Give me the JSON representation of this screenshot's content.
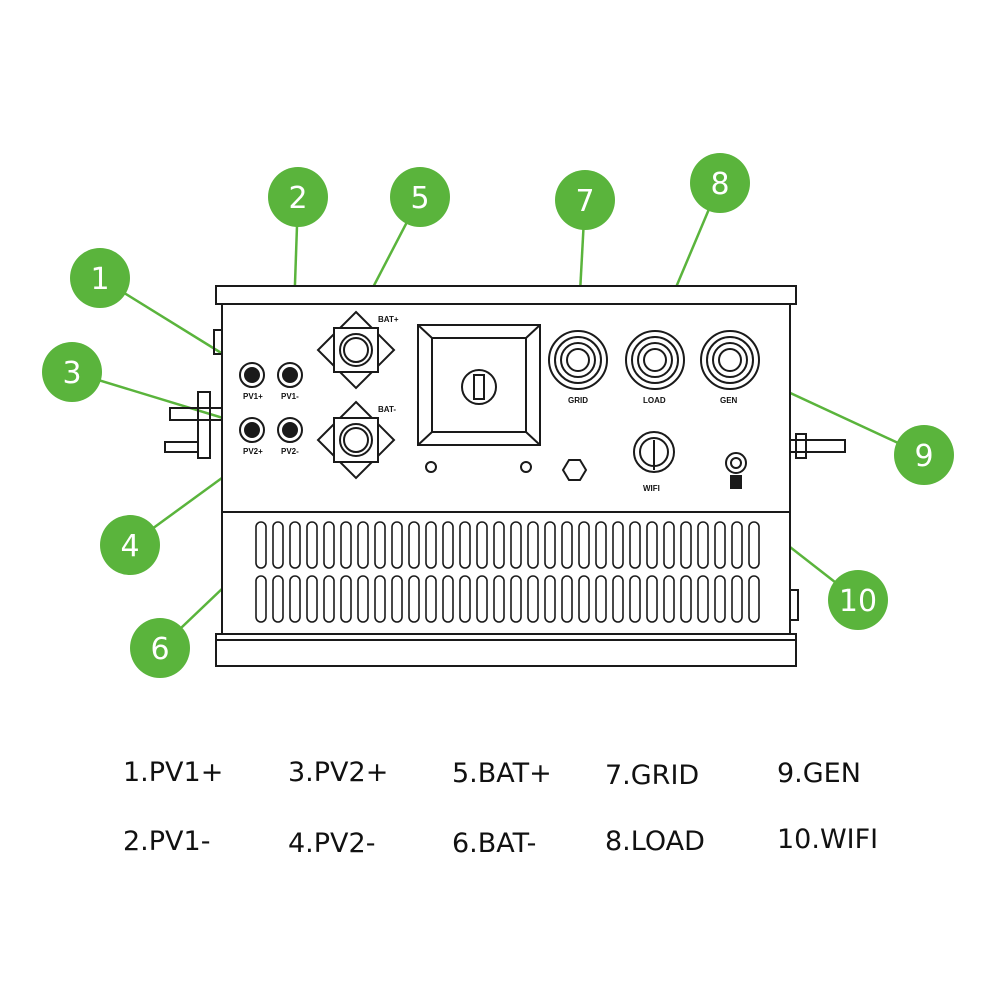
{
  "colors": {
    "callout": "#5ab43c",
    "callout_line": "#5ab43c",
    "outline": "#1a1a1a"
  },
  "panel_labels": {
    "pv1p": "PV1+",
    "pv1m": "PV1-",
    "pv2p": "PV2+",
    "pv2m": "PV2-",
    "batp": "BAT+",
    "batm": "BAT-",
    "grid": "GRID",
    "load": "LOAD",
    "gen": "GEN",
    "wifi": "WIFI"
  },
  "callouts": [
    "1",
    "2",
    "3",
    "4",
    "5",
    "6",
    "7",
    "8",
    "9",
    "10"
  ],
  "legend": [
    "1.PV1+",
    "2.PV1-",
    "3.PV2+",
    "4.PV2-",
    "5.BAT+",
    "6.BAT-",
    "7.GRID",
    "8.LOAD",
    "9.GEN",
    "10.WIFI"
  ]
}
